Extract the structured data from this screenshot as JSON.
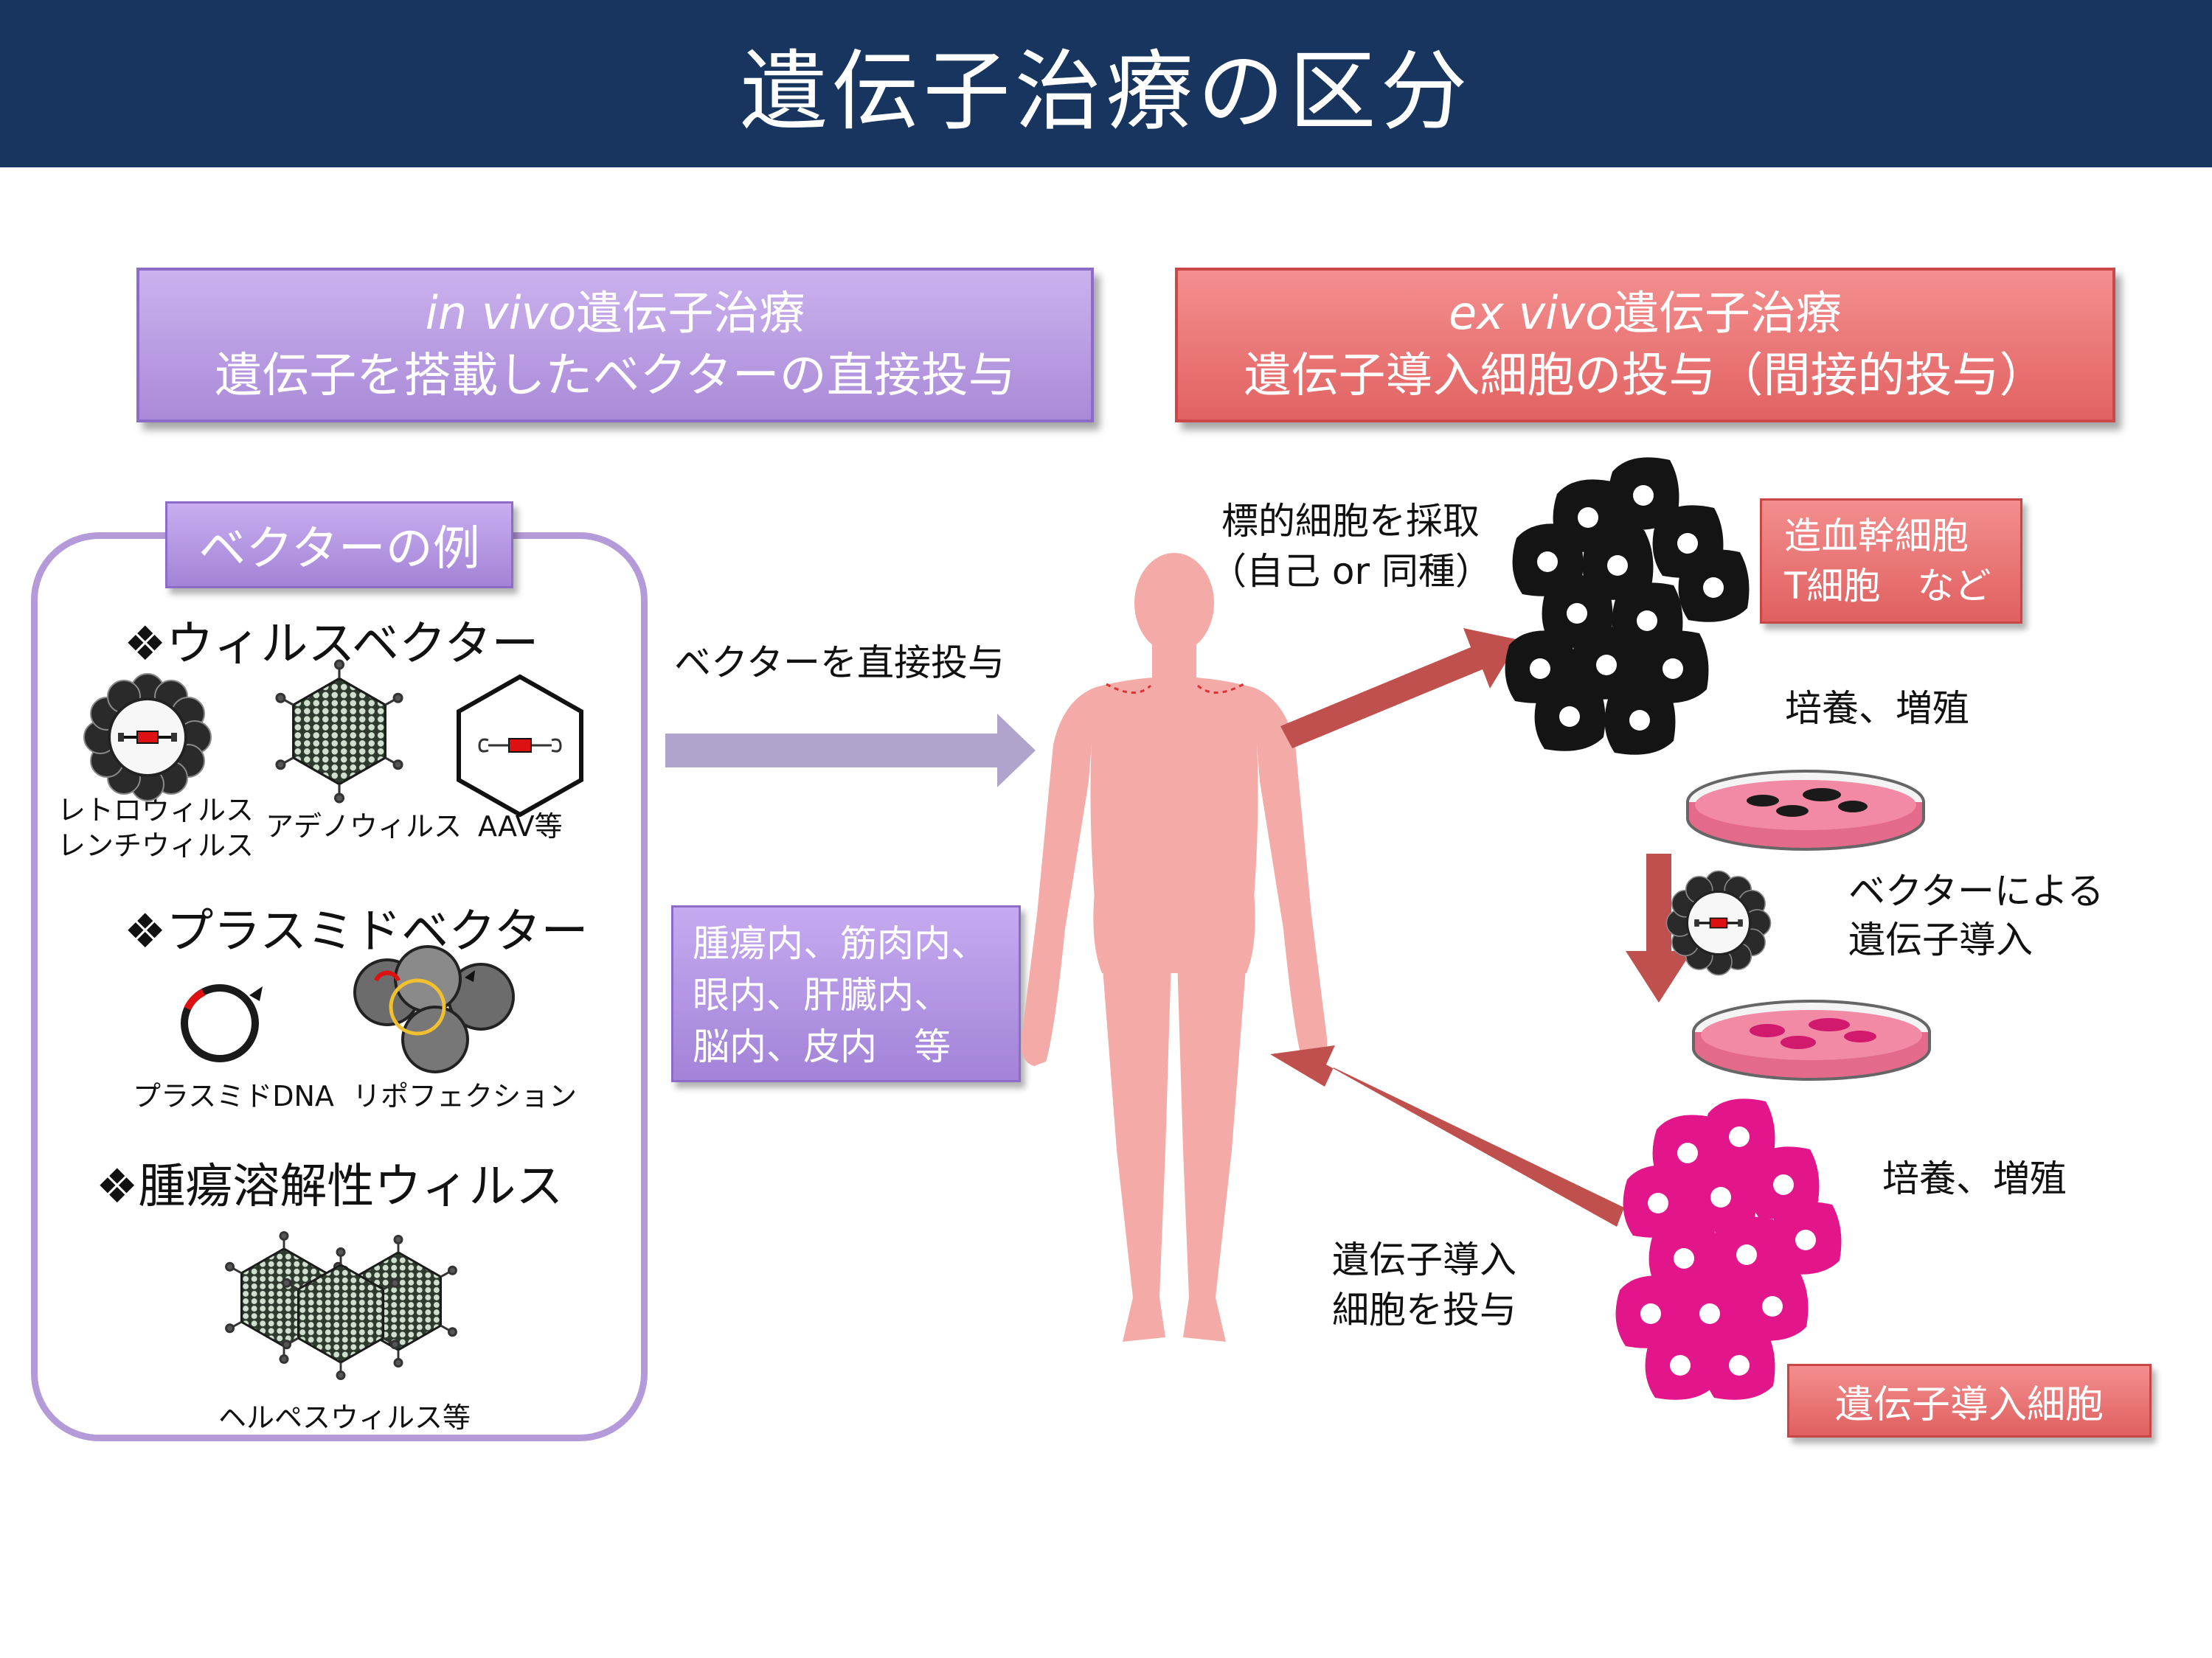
{
  "header": {
    "title": "遺伝子治療の区分"
  },
  "in_vivo": {
    "title_italic": "in vivo",
    "title_rest": "遺伝子治療",
    "subtitle": "遺伝子を搭載したベクターの直接投与"
  },
  "ex_vivo": {
    "title_italic": "ex vivo",
    "title_rest": "遺伝子治療",
    "subtitle": "遺伝子導入細胞の投与（間接的投与）"
  },
  "vector_panel": {
    "label": "ベクターの例",
    "viral": {
      "heading": "❖ウィルスベクター",
      "retro_line1": "レトロウィルス",
      "retro_line2": "レンチウィルス",
      "adeno": "アデノウィルス",
      "aav": "AAV等"
    },
    "plasmid": {
      "heading": "❖プラスミドベクター",
      "dna": "プラスミドDNA",
      "lipofection": "リポフェクション"
    },
    "oncolytic": {
      "heading": "❖腫瘍溶解性ウィルス",
      "herpes": "ヘルペスウィルス等"
    }
  },
  "direct": {
    "arrow_label": "ベクターを直接投与",
    "sites": [
      "腫瘍内、筋肉内、",
      "眼内、肝臓内、",
      "脳内、皮内　等"
    ]
  },
  "ex_flow": {
    "harvest_line1": "標的細胞を採取",
    "harvest_line2": "（自己 or 同種）",
    "target_cells": [
      "造血幹細胞",
      "T細胞　など"
    ],
    "culture1": "培養、増殖",
    "transduction_line1": "ベクターによる",
    "transduction_line2": "遺伝子導入",
    "culture2": "培養、増殖",
    "administer_line1": "遺伝子導入",
    "administer_line2": "細胞を投与",
    "modified_cells": "遺伝子導入細胞"
  },
  "colors": {
    "header_bg": "#18355f",
    "in_vivo_accent": "#a98ad8",
    "ex_vivo_accent": "#e26262",
    "arrow_red": "#c0504d",
    "arrow_purple": "#b0a4cc",
    "body": "#f4aaa6",
    "modified_cell": "#e2158a"
  },
  "icons": [
    "retrovirus-icon",
    "adenovirus-icon",
    "aav-icon",
    "plasmid-icon",
    "lipofection-icon",
    "herpes-virus-icon",
    "human-body-icon",
    "target-cells-icon",
    "culture-dish-icon",
    "modified-cells-icon"
  ]
}
